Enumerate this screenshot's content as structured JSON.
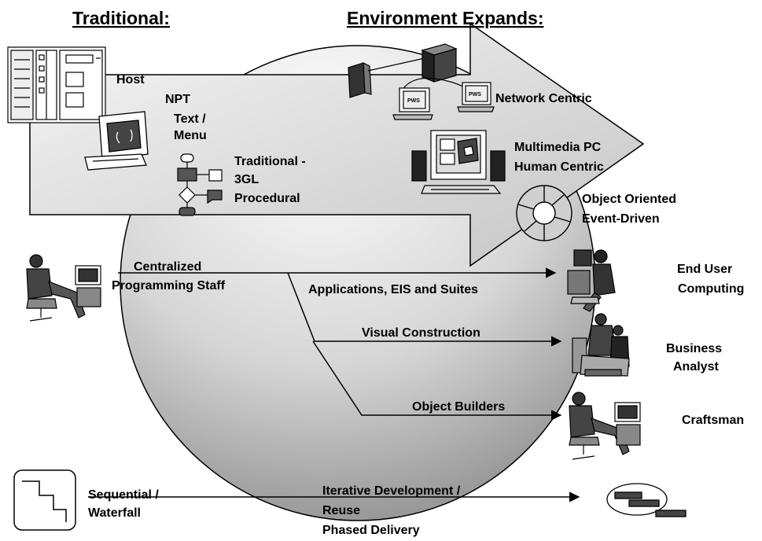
{
  "headers": {
    "traditional": "Traditional:",
    "environment": "Environment Expands:"
  },
  "labels": {
    "host": "Host",
    "npt_line1": "NPT",
    "npt_line2": "Text /",
    "npt_line3": "Menu",
    "trad_line1": "Traditional -",
    "trad_line2": "3GL",
    "trad_line3": "Procedural",
    "network_centric": "Network Centric",
    "pws": "PWS",
    "multimedia_line1": "Multimedia PC",
    "multimedia_line2": "Human Centric",
    "oo_line1": "Object Oriented",
    "oo_line2": "Event-Driven",
    "centralized_line1": "Centralized",
    "centralized_line2": "Programming Staff",
    "applications": "Applications, EIS and Suites",
    "visual_construction": "Visual  Construction",
    "object_builders": "Object Builders",
    "end_user_line1": "End User",
    "end_user_line2": "Computing",
    "business_line1": "Business",
    "business_line2": "Analyst",
    "craftsman": "Craftsman",
    "sequential_line1": "Sequential /",
    "sequential_line2": "Waterfall",
    "iterative_line1": "Iterative Development /",
    "iterative_line2": "Reuse",
    "iterative_line3": "Phased Delivery"
  },
  "colors": {
    "circle_light": "#ffffff",
    "circle_dark": "#8a8a8a",
    "arrow_light": "#f4f4f4",
    "arrow_dark": "#c4c4c4",
    "stroke": "#000000"
  }
}
